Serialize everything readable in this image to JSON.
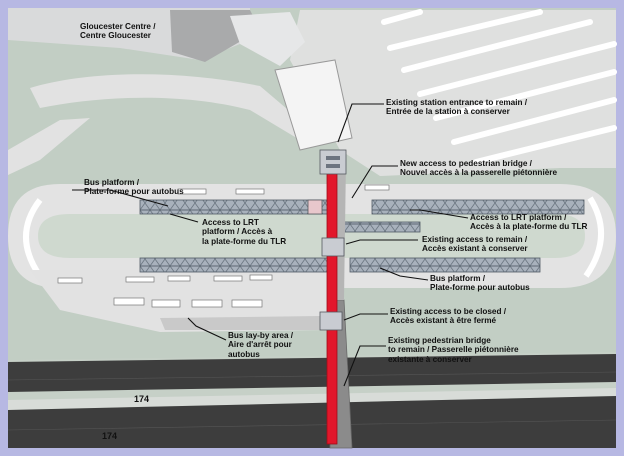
{
  "labels": {
    "gloucester": [
      "Gloucester Centre /",
      "Centre Gloucester"
    ],
    "station_entrance": [
      "Existing station entrance to remain /",
      "Entrée de la station à conserver"
    ],
    "new_access": [
      "New access to pedestrian bridge /",
      "Nouvel accès à la passerelle piétonnière"
    ],
    "bus_platform_top": [
      "Bus platform /",
      "Plate-forme pour autobus"
    ],
    "lrt_access_left": [
      "Access to LRT",
      "platform / Accès à",
      "la plate-forme du TLR"
    ],
    "lrt_access_right": [
      "Access to LRT platform /",
      "Accès à la plate-forme du TLR"
    ],
    "existing_access_remain": [
      "Existing access to remain /",
      "Accès existant à conserver"
    ],
    "bus_platform_bottom": [
      "Bus platform /",
      "Plate-forme pour autobus"
    ],
    "access_closed": [
      "Existing access to be closed /",
      "Accès existant à être fermé"
    ],
    "layby": [
      "Bus lay-by area /",
      "Aire d'arrêt pour",
      "autobus"
    ],
    "ped_bridge": [
      "Existing pedestrian bridge",
      "to remain / Passerelle piétonnière",
      "existante à conserver"
    ]
  },
  "roads": {
    "hwy_upper": "174",
    "hwy_lower": "174"
  },
  "colors": {
    "frame": "#b7b8e3",
    "background": "#c2cec4",
    "pavement": "#e2e2e2",
    "island": "#cfd9cf",
    "highway": "#3d3d3d",
    "bridge_new": "#e2172b",
    "bridge_existing": "#8a8a8a",
    "platform": "#a9b2bd"
  }
}
